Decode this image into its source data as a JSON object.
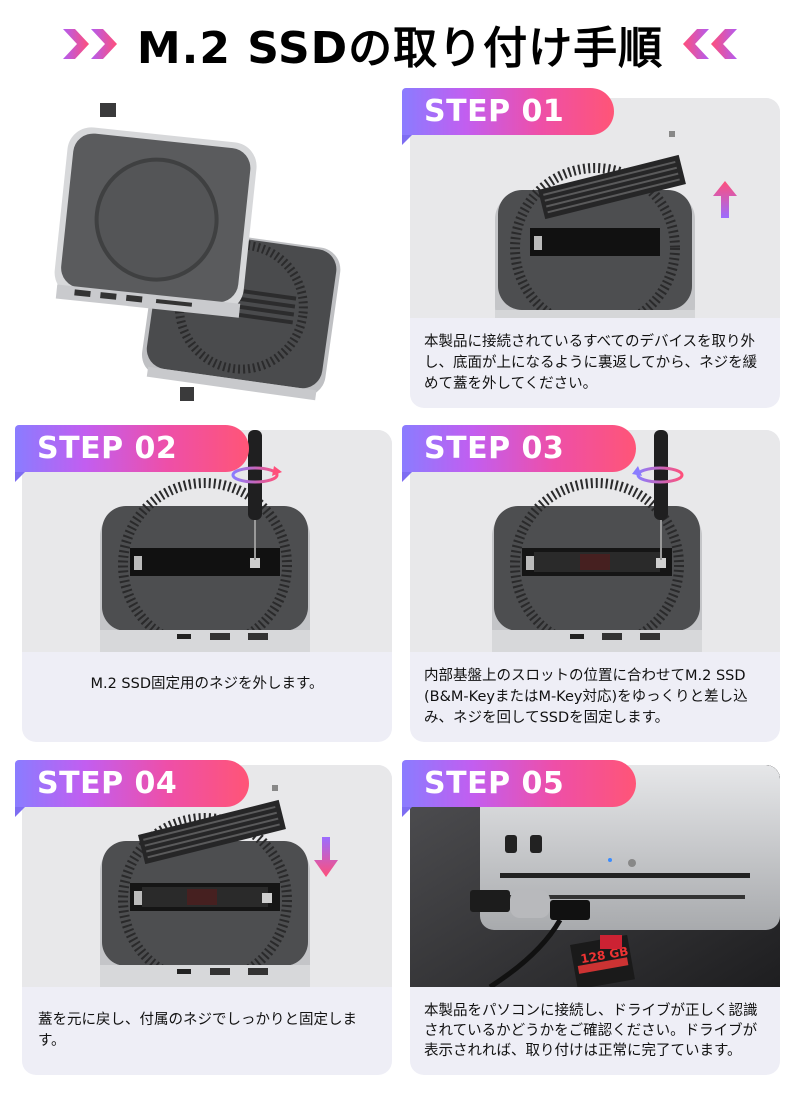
{
  "header": {
    "title": "M.2 SSDの取り付け手順",
    "left_chevrons_icon": "double-chevron-right-icon",
    "right_chevrons_icon": "double-chevron-left-icon",
    "gradient": [
      "#b35cf0",
      "#ff4f7a"
    ]
  },
  "hero_image": {
    "description": "Dock enclosure with cover removed, showing bottom lid and base",
    "icon": "dock-exploded-icon"
  },
  "steps": [
    {
      "badge": "STEP 01",
      "image": "lid-removed-with-heatsink-arrow-up",
      "arrow": "arrow-up",
      "caption": "本製品に接続されているすべてのデバイスを取り外し、底面が上になるように裏返してから、ネジを緩めて蓋を外してください。"
    },
    {
      "badge": "STEP 02",
      "image": "screwdriver-remove-screw",
      "caption": "M.2 SSD固定用のネジを外します。"
    },
    {
      "badge": "STEP 03",
      "image": "ssd-insert-screw-fix",
      "caption": "内部基盤上のスロットの位置に合わせてM.2 SSD (B&M-KeyまたはM-Key対応)をゆっくりと差し込み、ネジを回してSSDを固定します。"
    },
    {
      "badge": "STEP 04",
      "image": "lid-close-arrow-down",
      "arrow": "arrow-down",
      "caption": "蓋を元に戻し、付属のネジでしっかりと固定します。"
    },
    {
      "badge": "STEP 05",
      "image": "dock-connected-with-usb-and-sd-cards",
      "caption": "本製品をパソコンに接続し、ドライブが正しく認識されているかどうかをご確認ください。ドライブが表示されれば、取り付けは正常に完了ています。",
      "sd_card_label": "128 GB"
    }
  ],
  "colors": {
    "badge_start": "#8a7cff",
    "badge_mid": "#c25ef0",
    "badge_end": "#ff5577",
    "card_bg": "#eeeef6",
    "photo_bg": "#e8e8ea"
  }
}
